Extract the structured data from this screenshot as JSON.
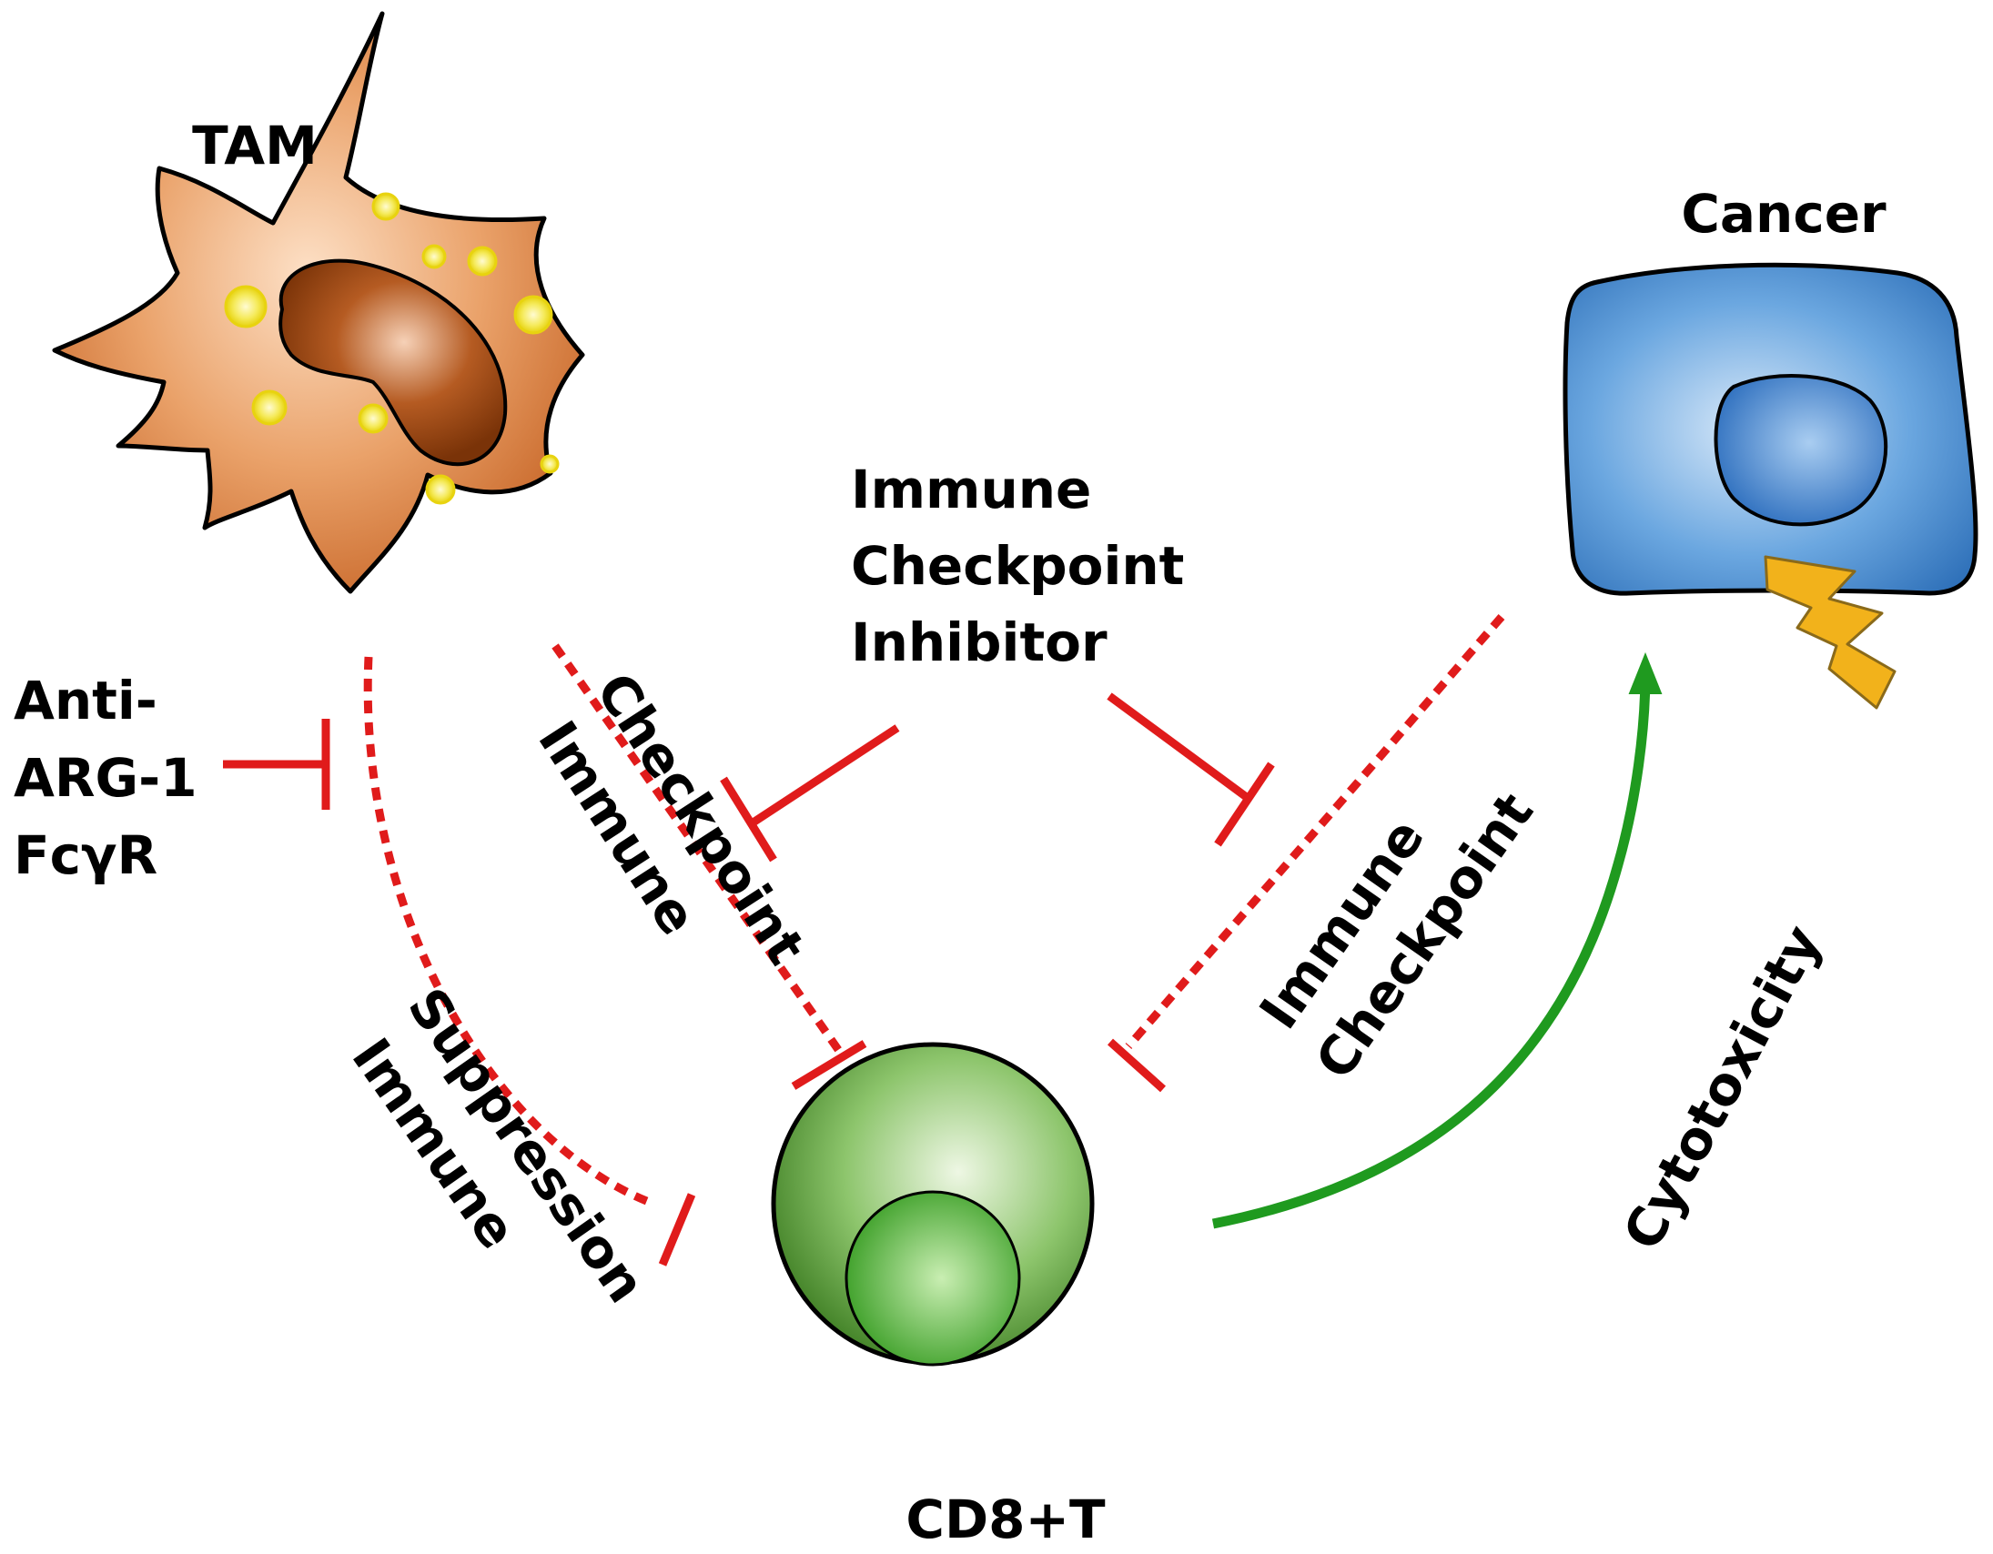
{
  "labels": {
    "tam": "TAM",
    "cancer": "Cancer",
    "cd8": "CD8+T",
    "inhibitor_line1": "Immune",
    "inhibitor_line2": "Checkpoint",
    "inhibitor_line3": "Inhibitor",
    "anti_line1": "Anti-",
    "anti_line2": "ARG-1",
    "anti_line3": "FcγR",
    "checkpoint_left_line1": "Immune",
    "checkpoint_left_line2": "Checkpoint",
    "checkpoint_right_line1": "Immune",
    "checkpoint_right_line2": "Checkpoint",
    "suppression_line1": "Immune",
    "suppression_line2": "Suppression",
    "cytotoxicity": "Cytotoxicity"
  },
  "colors": {
    "inhibition": "#e01b1b",
    "activation": "#1f9a1f",
    "tam_body": "#d9793a",
    "cancer_body": "#3f86cf",
    "tcell_body": "#4f9e33",
    "lightning": "#f2b21b"
  }
}
